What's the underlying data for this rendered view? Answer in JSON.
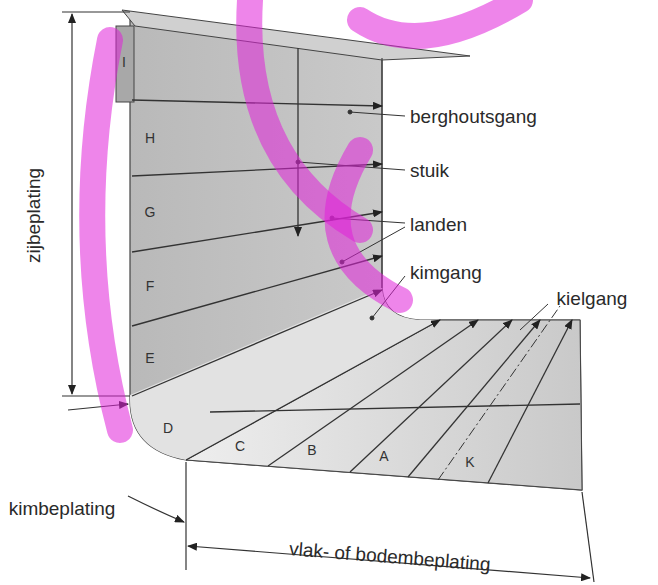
{
  "diagram": {
    "labels": [
      "zijbeplating",
      "I",
      "H",
      "G",
      "F",
      "E",
      "D",
      "C",
      "B",
      "A",
      "K",
      "berghoutsgang",
      "stuik",
      "landen",
      "kimgang",
      "kielgang",
      "kimbeplating",
      "vlak- of bodembeplating"
    ]
  }
}
